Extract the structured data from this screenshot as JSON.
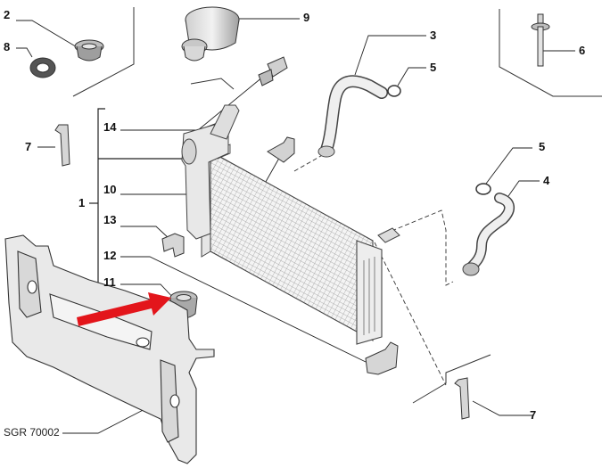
{
  "reference_code": "SGR 70002",
  "highlight_arrow_color": "#e3151b",
  "callouts": [
    {
      "id": "c2",
      "label": "2"
    },
    {
      "id": "c8",
      "label": "8"
    },
    {
      "id": "c9",
      "label": "9"
    },
    {
      "id": "c3",
      "label": "3"
    },
    {
      "id": "c5a",
      "label": "5"
    },
    {
      "id": "c6",
      "label": "6"
    },
    {
      "id": "c7a",
      "label": "7"
    },
    {
      "id": "c14",
      "label": "14"
    },
    {
      "id": "c1",
      "label": "1"
    },
    {
      "id": "c10",
      "label": "10"
    },
    {
      "id": "c5b",
      "label": "5"
    },
    {
      "id": "c4",
      "label": "4"
    },
    {
      "id": "c13",
      "label": "13"
    },
    {
      "id": "c12",
      "label": "12"
    },
    {
      "id": "c11",
      "label": "11"
    },
    {
      "id": "c7b",
      "label": "7"
    }
  ]
}
